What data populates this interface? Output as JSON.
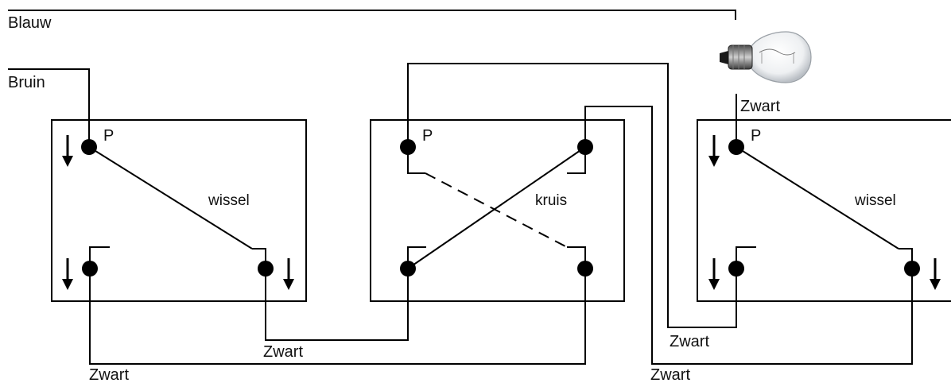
{
  "wires": {
    "blauw": "Blauw",
    "bruin": "Bruin",
    "zwart": "Zwart"
  },
  "switches": {
    "left": {
      "type": "wissel",
      "p": "P"
    },
    "middle": {
      "type": "kruis",
      "p": "P"
    },
    "right": {
      "type": "wissel",
      "p": "P"
    }
  },
  "icons": {
    "lamp": "light-bulb-icon"
  }
}
